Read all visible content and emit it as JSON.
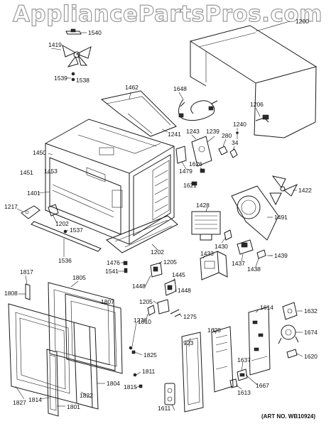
{
  "watermark": "AppliancePartsPros.com",
  "art_number": "(ART NO. WB10924)",
  "parts": [
    {
      "id": "1540"
    },
    {
      "id": "1419"
    },
    {
      "id": "1539"
    },
    {
      "id": "1538"
    },
    {
      "id": "1200"
    },
    {
      "id": "1462"
    },
    {
      "id": "1648"
    },
    {
      "id": "1241"
    },
    {
      "id": "1206"
    },
    {
      "id": "1240"
    },
    {
      "id": "1243"
    },
    {
      "id": "1239"
    },
    {
      "id": "280"
    },
    {
      "id": "34"
    },
    {
      "id": "1626"
    },
    {
      "id": "1479"
    },
    {
      "id": "1621"
    },
    {
      "id": "1422"
    },
    {
      "id": "1450"
    },
    {
      "id": "1451"
    },
    {
      "id": "1453"
    },
    {
      "id": "1401"
    },
    {
      "id": "1217"
    },
    {
      "id": "1202"
    },
    {
      "id": "1537"
    },
    {
      "id": "1536"
    },
    {
      "id": "1428"
    },
    {
      "id": "1491"
    },
    {
      "id": "1430"
    },
    {
      "id": "1433"
    },
    {
      "id": "1437"
    },
    {
      "id": "1438"
    },
    {
      "id": "1439"
    },
    {
      "id": "1476"
    },
    {
      "id": "1541"
    },
    {
      "id": "1205"
    },
    {
      "id": "1448"
    },
    {
      "id": "1445"
    },
    {
      "id": "1276"
    },
    {
      "id": "1275"
    },
    {
      "id": "1817"
    },
    {
      "id": "1808"
    },
    {
      "id": "1805"
    },
    {
      "id": "1807"
    },
    {
      "id": "1810"
    },
    {
      "id": "1825"
    },
    {
      "id": "1811"
    },
    {
      "id": "1815"
    },
    {
      "id": "1827"
    },
    {
      "id": "1822"
    },
    {
      "id": "1804"
    },
    {
      "id": "1814"
    },
    {
      "id": "1801"
    },
    {
      "id": "1614"
    },
    {
      "id": "1628"
    },
    {
      "id": "923"
    },
    {
      "id": "1632"
    },
    {
      "id": "1674"
    },
    {
      "id": "1620"
    },
    {
      "id": "1637"
    },
    {
      "id": "1667"
    },
    {
      "id": "1613"
    },
    {
      "id": "1611"
    }
  ]
}
